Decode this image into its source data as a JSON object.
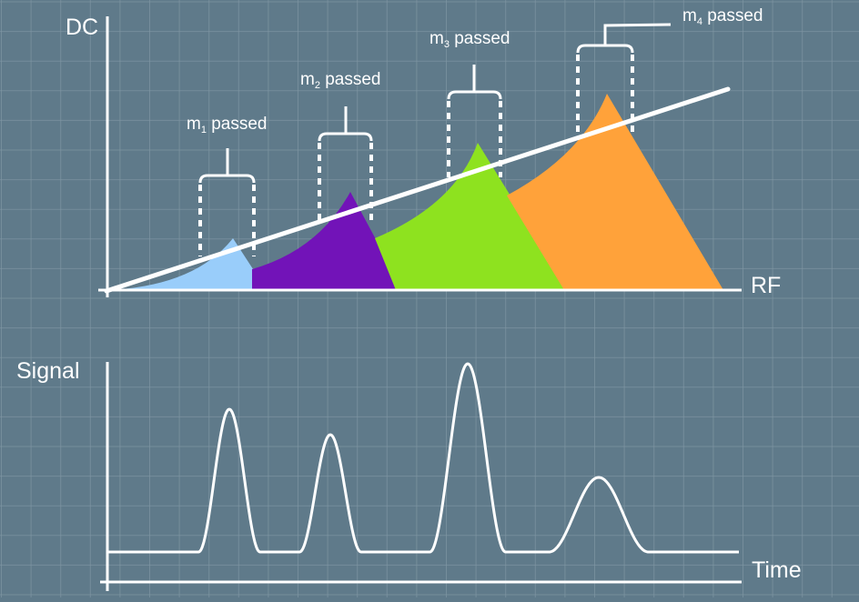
{
  "top_plot": {
    "y_axis_label": "DC",
    "x_axis_label": "RF",
    "masses": [
      {
        "name": "m",
        "sub": "1",
        "suffix": " passed",
        "color": "#99cdfa"
      },
      {
        "name": "m",
        "sub": "2",
        "suffix": " passed",
        "color": "#7213b8"
      },
      {
        "name": "m",
        "sub": "3",
        "suffix": " passed",
        "color": "#8ee21f"
      },
      {
        "name": "m",
        "sub": "4",
        "suffix": " passed",
        "color": "#ffa23a"
      }
    ]
  },
  "bottom_plot": {
    "y_axis_label": "Signal",
    "x_axis_label": "Time"
  },
  "colors": {
    "background": "#5f7a8a",
    "grid": "#7f96a3",
    "line": "#ffffff"
  }
}
